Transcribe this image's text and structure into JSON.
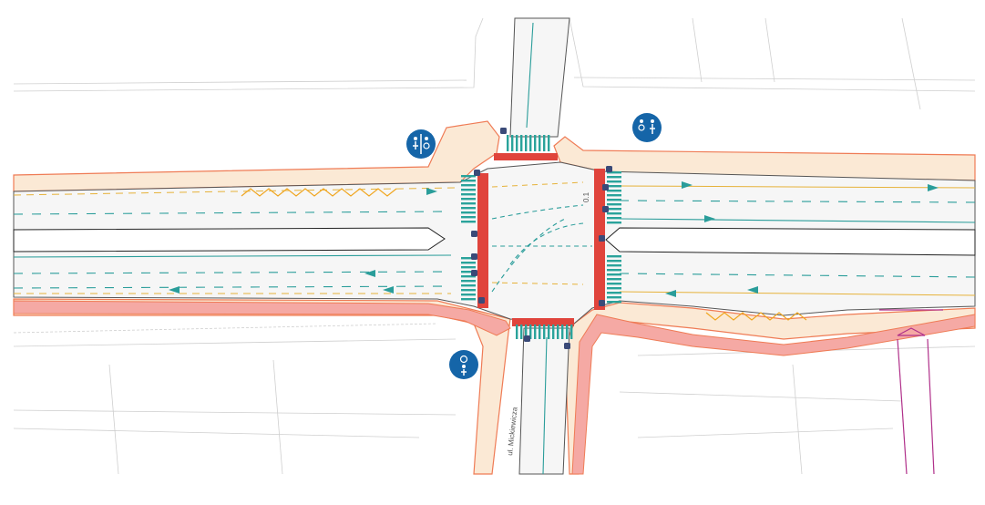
{
  "drawing": {
    "type": "road-intersection-design-plan",
    "labels": {
      "south_street": "ul. Mickiewicza",
      "east_arm_marker": "0.1"
    },
    "signs": [
      {
        "id": "sign-west",
        "icon": "shared-bike-pedestrian-sign",
        "color": "#1565a8"
      },
      {
        "id": "sign-east",
        "icon": "shared-bike-pedestrian-sign",
        "color": "#1565a8"
      },
      {
        "id": "sign-south",
        "icon": "shared-bike-pedestrian-sign",
        "color": "#1565a8"
      }
    ],
    "colors": {
      "background": "#ffffff",
      "sidewalk_fill": "#fbe9d5",
      "sidewalk_edge": "#ef7b55",
      "bike_path": "#f5a9a4",
      "crosswalk": "#2aa39b",
      "red_crossing": "#e0443c",
      "lane_line": "#2a9d9a",
      "yellow_line": "#e6b23a",
      "zigzag": "#f0a620",
      "sign_blue": "#1565a8"
    }
  }
}
